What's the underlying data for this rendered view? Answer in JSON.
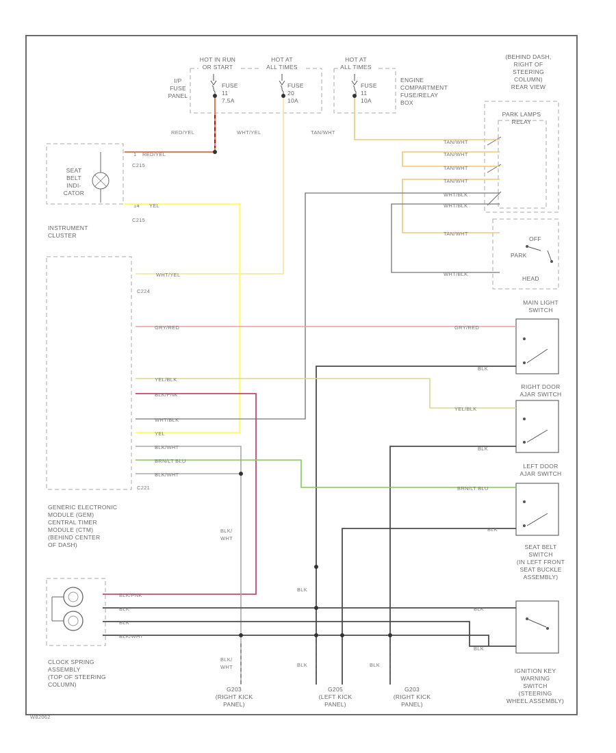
{
  "colors": {
    "red_yel": "#e8643c",
    "red": "#d80000",
    "yel": "#ffff66",
    "wht_yel": "#f3e59a",
    "tan_wht": "#f1c676",
    "tan_wht_alt": "#e8c080",
    "wht_blk": "#8a8a8a",
    "gry_red": "#e8a0a0",
    "yel_blk": "#d8d890",
    "blk_pnk": "#c84868",
    "blk": "#4a4a4a",
    "brn_lt_blu": "#80c850",
    "blk_wht": "#a8a8a8",
    "frame": "#6a6a6a",
    "dashed": "#aaaaaa"
  },
  "power": {
    "ip_panel": [
      "I/P",
      "FUSE",
      "PANEL"
    ],
    "hot_run": [
      "HOT IN RUN",
      "OR START"
    ],
    "hot_all": [
      "HOT AT",
      "ALL TIMES"
    ],
    "hot_all_2": [
      "HOT AT",
      "ALL TIMES"
    ],
    "fuse_run": [
      "FUSE",
      "11",
      "7.5A"
    ],
    "fuse_all": [
      "FUSE",
      "20",
      "10A"
    ],
    "fuse_ecb": [
      "FUSE",
      "11",
      "10A"
    ],
    "engine_box": [
      "ENGINE",
      "COMPARTMENT",
      "FUSE/RELAY",
      "BOX"
    ]
  },
  "behind_dash": [
    "(BEHIND DASH,",
    "RIGHT OF",
    "STEERING",
    "COLUMN)",
    "REAR VIEW"
  ],
  "park_relay": [
    "PARK LAMPS",
    "RELAY"
  ],
  "headlamp": {
    "park": "PARK",
    "off": "OFF",
    "head": "HEAD"
  },
  "wires": {
    "red_yel": "RED/YEL",
    "wht_yel": "WHT/YEL",
    "tan_wht": "TAN/WHT",
    "yel": "YEL",
    "wht_blk": "WHT/BLK",
    "gry_red": "GRY/RED",
    "yel_blk": "YEL/BLK",
    "blk_pnk": "BLK/PNK",
    "blk": "BLK",
    "blk_wht": "BLK/WHT",
    "brn_lt_blu": "BRN/LT BLU",
    "blk_wht_split": [
      "BLK/",
      "WHT"
    ]
  },
  "connectors": {
    "c215a": "C215",
    "c215b": "C215",
    "c224": "C224",
    "c221": "C221",
    "pin_a": "1",
    "pin_b": "14"
  },
  "seat_belt_indicator": [
    "SEAT",
    "BELT",
    "INDI-",
    "CATOR"
  ],
  "instrument_cluster": [
    "INSTRUMENT",
    "CLUSTER"
  ],
  "gem": [
    "GENERIC ELECTRONIC",
    "MODULE (GEM)",
    "CENTRAL TIMER",
    "MODULE (CTM)",
    "(BEHIND CENTER",
    "OF DASH)"
  ],
  "switches": {
    "main_light": [
      "MAIN LIGHT",
      "SWITCH"
    ],
    "right_door": [
      "RIGHT DOOR",
      "AJAR SWITCH"
    ],
    "left_door": [
      "LEFT DOOR",
      "AJAR SWITCH"
    ],
    "seat_belt": [
      "SEAT BELT",
      "SWITCH",
      "(IN LEFT FRONT",
      "SEAT BUCKLE",
      "ASSEMBLY)"
    ],
    "ignition_key": [
      "IGNITION KEY",
      "WARNING",
      "SWITCH",
      "(STEERING",
      "WHEEL ASSEMBLY)"
    ]
  },
  "clock_spring": [
    "CLOCK SPRING",
    "ASSEMBLY",
    "(TOP OF STEERING",
    "COLUMN)"
  ],
  "grounds": {
    "g203a": [
      "G203",
      "(RIGHT KICK",
      "PANEL)"
    ],
    "g205": [
      "G205",
      "(LEFT KICK",
      "PANEL)"
    ],
    "g203b": [
      "G203",
      "(RIGHT KICK",
      "PANEL)"
    ]
  },
  "footer_id": "W82062"
}
